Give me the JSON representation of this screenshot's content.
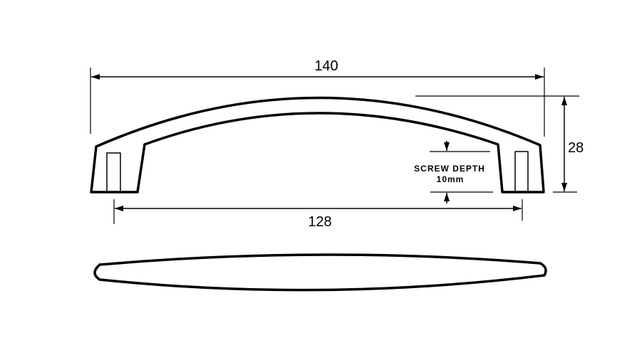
{
  "dimensions": {
    "overall_length": "140",
    "hole_centres": "128",
    "height": "28",
    "screw_depth_label": "SCREW DEPTH",
    "screw_depth_value": "10mm"
  },
  "colors": {
    "line": "#000000",
    "background": "#ffffff"
  }
}
